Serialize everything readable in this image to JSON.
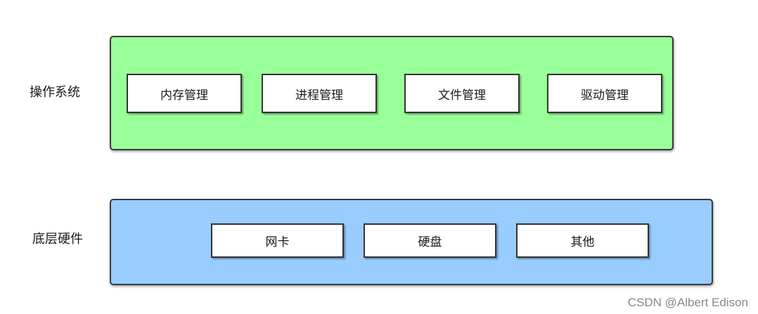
{
  "layers": {
    "os": {
      "label": "操作系统",
      "color": "#99ff99",
      "modules": [
        "内存管理",
        "进程管理",
        "文件管理",
        "驱动管理"
      ]
    },
    "hardware": {
      "label": "底层硬件",
      "color": "#99ccff",
      "modules": [
        "网卡",
        "硬盘",
        "其他"
      ]
    }
  },
  "watermark": "CSDN @Albert Edison"
}
